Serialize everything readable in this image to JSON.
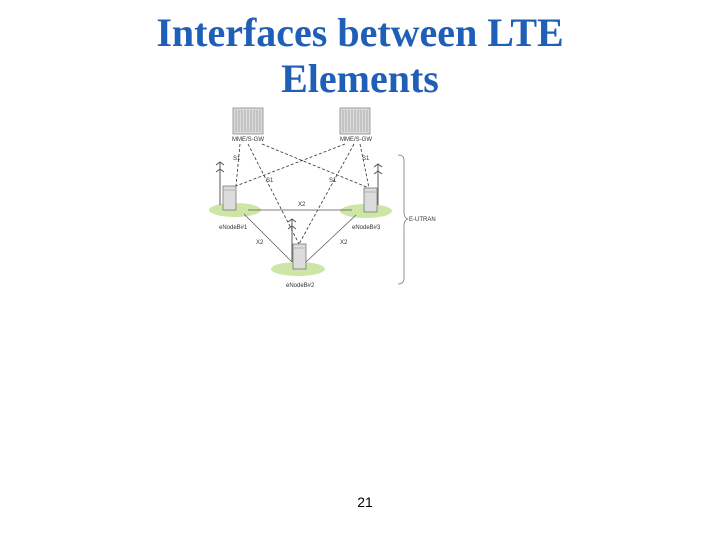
{
  "slide": {
    "title_line1": "Interfaces between LTE",
    "title_line2": "Elements",
    "page_number": "21"
  },
  "diagram": {
    "gateway_left_label": "MME/S-GW",
    "gateway_right_label": "MME/S-GW",
    "s1_label": "S1",
    "x2_label": "X2",
    "enodeb1_label": "eNodeB#1",
    "enodeb2_label": "eNodeB#2",
    "enodeb3_label": "eNodeB#3",
    "eutran_label": "E-UTRAN"
  },
  "colors": {
    "title": "#1f5fb8",
    "cell_coverage": "#cde6a6"
  }
}
